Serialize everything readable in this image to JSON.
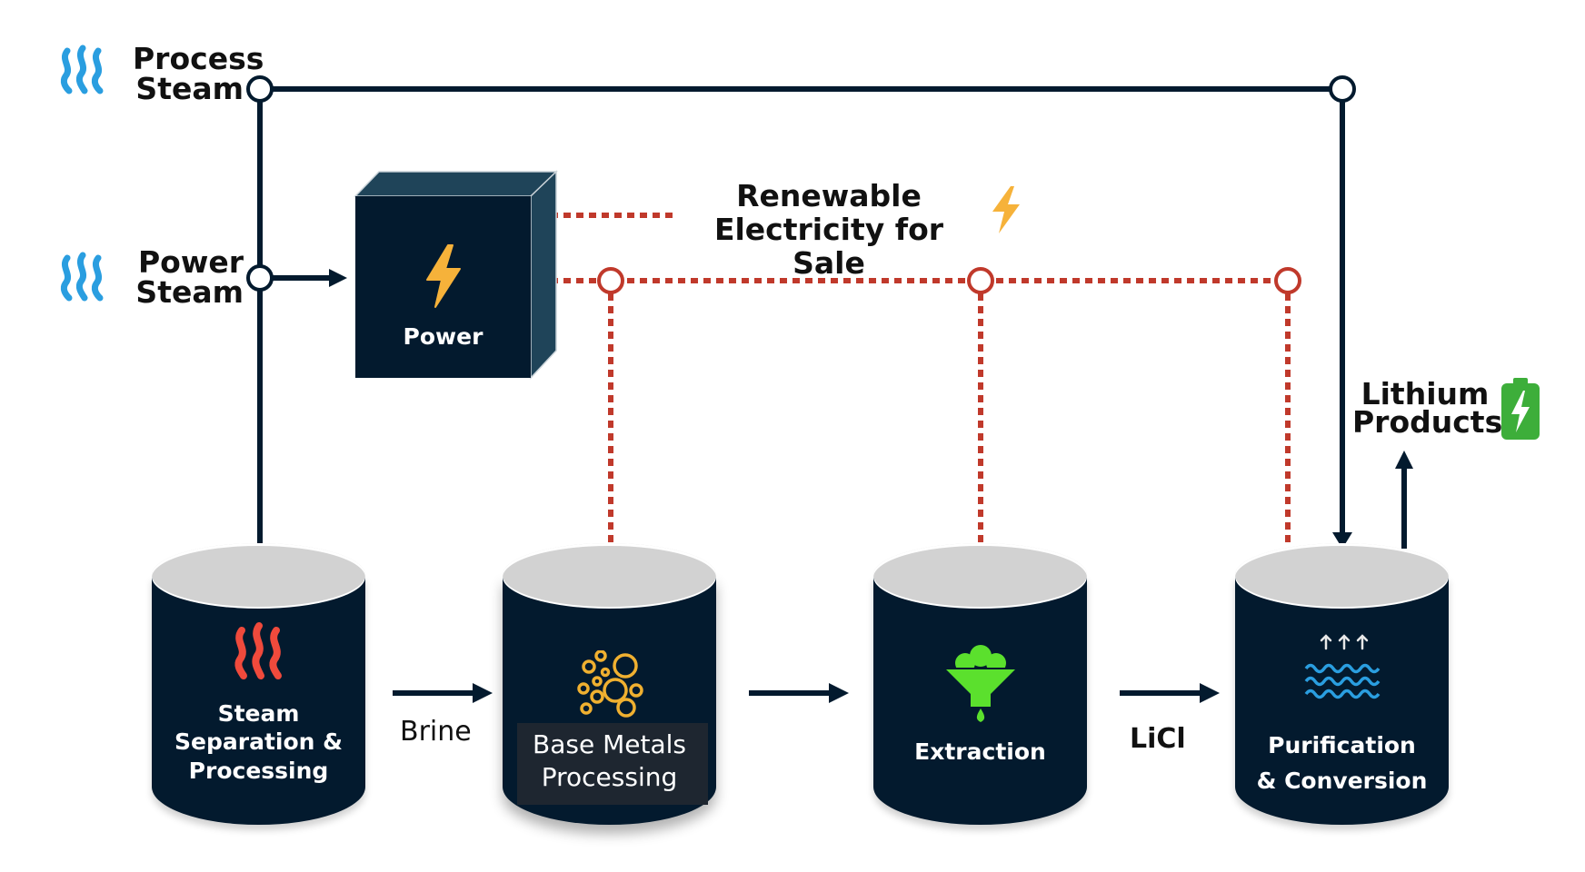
{
  "diagram": {
    "title": "Geothermal lithium process flow",
    "inputs": [
      {
        "id": "process-steam",
        "label": "Process\nSteam",
        "icon": "steam-icon"
      },
      {
        "id": "power-steam",
        "label": "Power\nSteam",
        "icon": "steam-icon"
      }
    ],
    "power_unit": {
      "label": "Power",
      "icon": "lightning-bolt-icon"
    },
    "renewable": {
      "label_line1": "Renewable",
      "label_line2": "Electricity for Sale",
      "icon": "lightning-bolt-icon"
    },
    "stages": [
      {
        "id": "steam-separation",
        "line1": "Steam",
        "line2": "Separation &",
        "line3": "Processing",
        "icon": "heat-waves-icon"
      },
      {
        "id": "base-metals",
        "line1": "Base Metals",
        "line2": "Processing",
        "icon": "bubbles-icon"
      },
      {
        "id": "extraction",
        "line1": "Extraction",
        "icon": "funnel-icon"
      },
      {
        "id": "purification",
        "line1": "Purification",
        "line2": "& Conversion",
        "icon": "evaporation-icon"
      }
    ],
    "flows": {
      "brine": "Brine",
      "licl": "LiCl"
    },
    "output": {
      "line1": "Lithium",
      "line2": "Products",
      "icon": "battery-icon"
    },
    "colors": {
      "navy": "#031a2e",
      "steam_blue": "#2a9ee0",
      "heat_red": "#f04a3c",
      "bolt_orange": "#f6b23a",
      "electric_red": "#c0392b",
      "funnel_green": "#5be02d",
      "bubble_orange": "#f0b030",
      "battery_green": "#3dae3a",
      "cap_gray": "#d2d2d2"
    }
  }
}
